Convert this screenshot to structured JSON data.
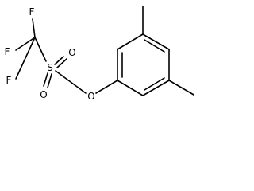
{
  "molecule": {
    "atoms": {
      "f_top": "F",
      "f_left": "F",
      "f_bottom": "F",
      "sulfur": "S",
      "o_top": "O",
      "o_bottom": "O",
      "o_ether": "O"
    }
  }
}
